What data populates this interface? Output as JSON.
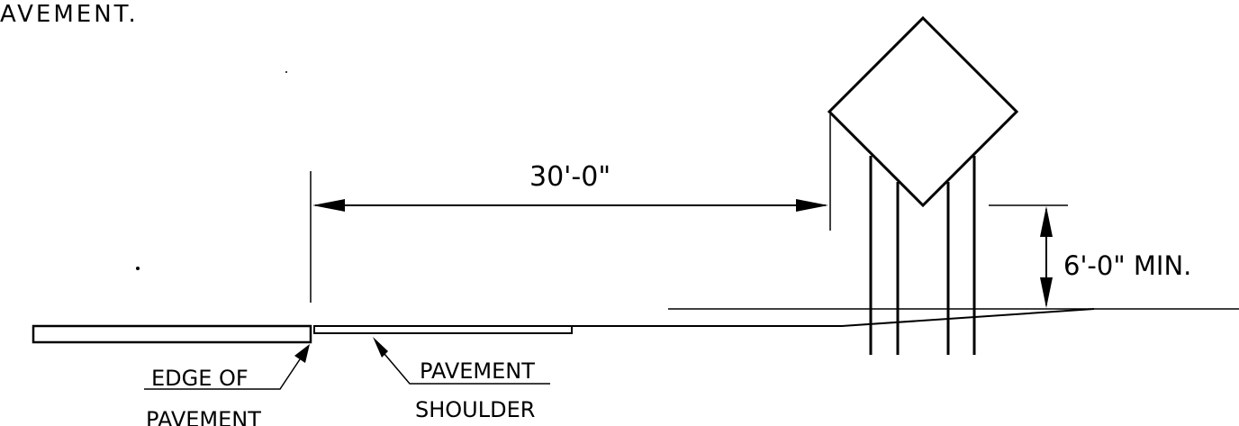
{
  "header": {
    "partial_text": "AVEMENT."
  },
  "dimensions": {
    "horizontal_label": "30'-0\"",
    "vertical_label": "6'-0\" MIN."
  },
  "callouts": {
    "edge_line1": "EDGE OF",
    "edge_line2": "PAVEMENT",
    "shoulder_line1": "PAVEMENT",
    "shoulder_line2": "SHOULDER"
  }
}
